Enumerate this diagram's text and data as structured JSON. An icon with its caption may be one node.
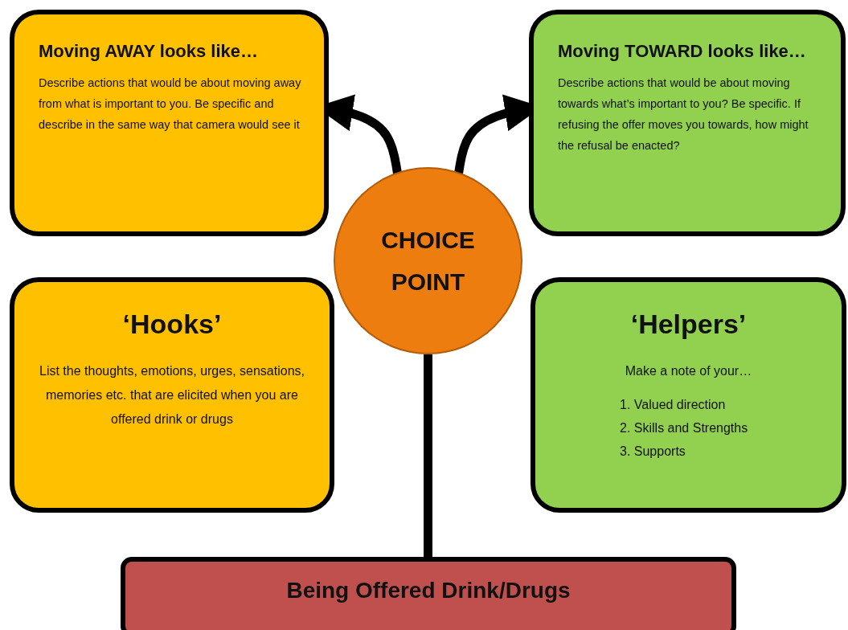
{
  "diagram": {
    "nodes": [
      {
        "text": [
          "Moving AWAY looks like…",
          "Describe actions that would be about moving away from what is important to you.  Be specific and describe in the same way that camera would see it"
        ]
      },
      {
        "text": [
          "Moving TOWARD looks like…",
          "Describe actions that would be about moving towards what’s important to you?  Be specific.  If refusing the offer moves you towards, how might the refusal be enacted?"
        ]
      },
      {
        "text": [
          "CHOICE POINT"
        ]
      },
      {
        "text": [
          "‘Hooks’",
          "List the thoughts, emotions, urges, sensations, memories etc. that are elicited when you are offered drink or drugs"
        ]
      },
      {
        "text": [
          "‘Helpers’",
          "Make a note of your…",
          "1. Valued direction",
          "2. Skills and Strengths",
          "3. Supports"
        ]
      },
      {
        "text": [
          "Being Offered Drink/Drugs"
        ]
      }
    ],
    "edges": [
      {
        "from": 2,
        "to": 0,
        "arrow": "to"
      },
      {
        "from": 2,
        "to": 1,
        "arrow": "to"
      },
      {
        "from": 5,
        "to": 2,
        "arrow": "none"
      }
    ]
  }
}
